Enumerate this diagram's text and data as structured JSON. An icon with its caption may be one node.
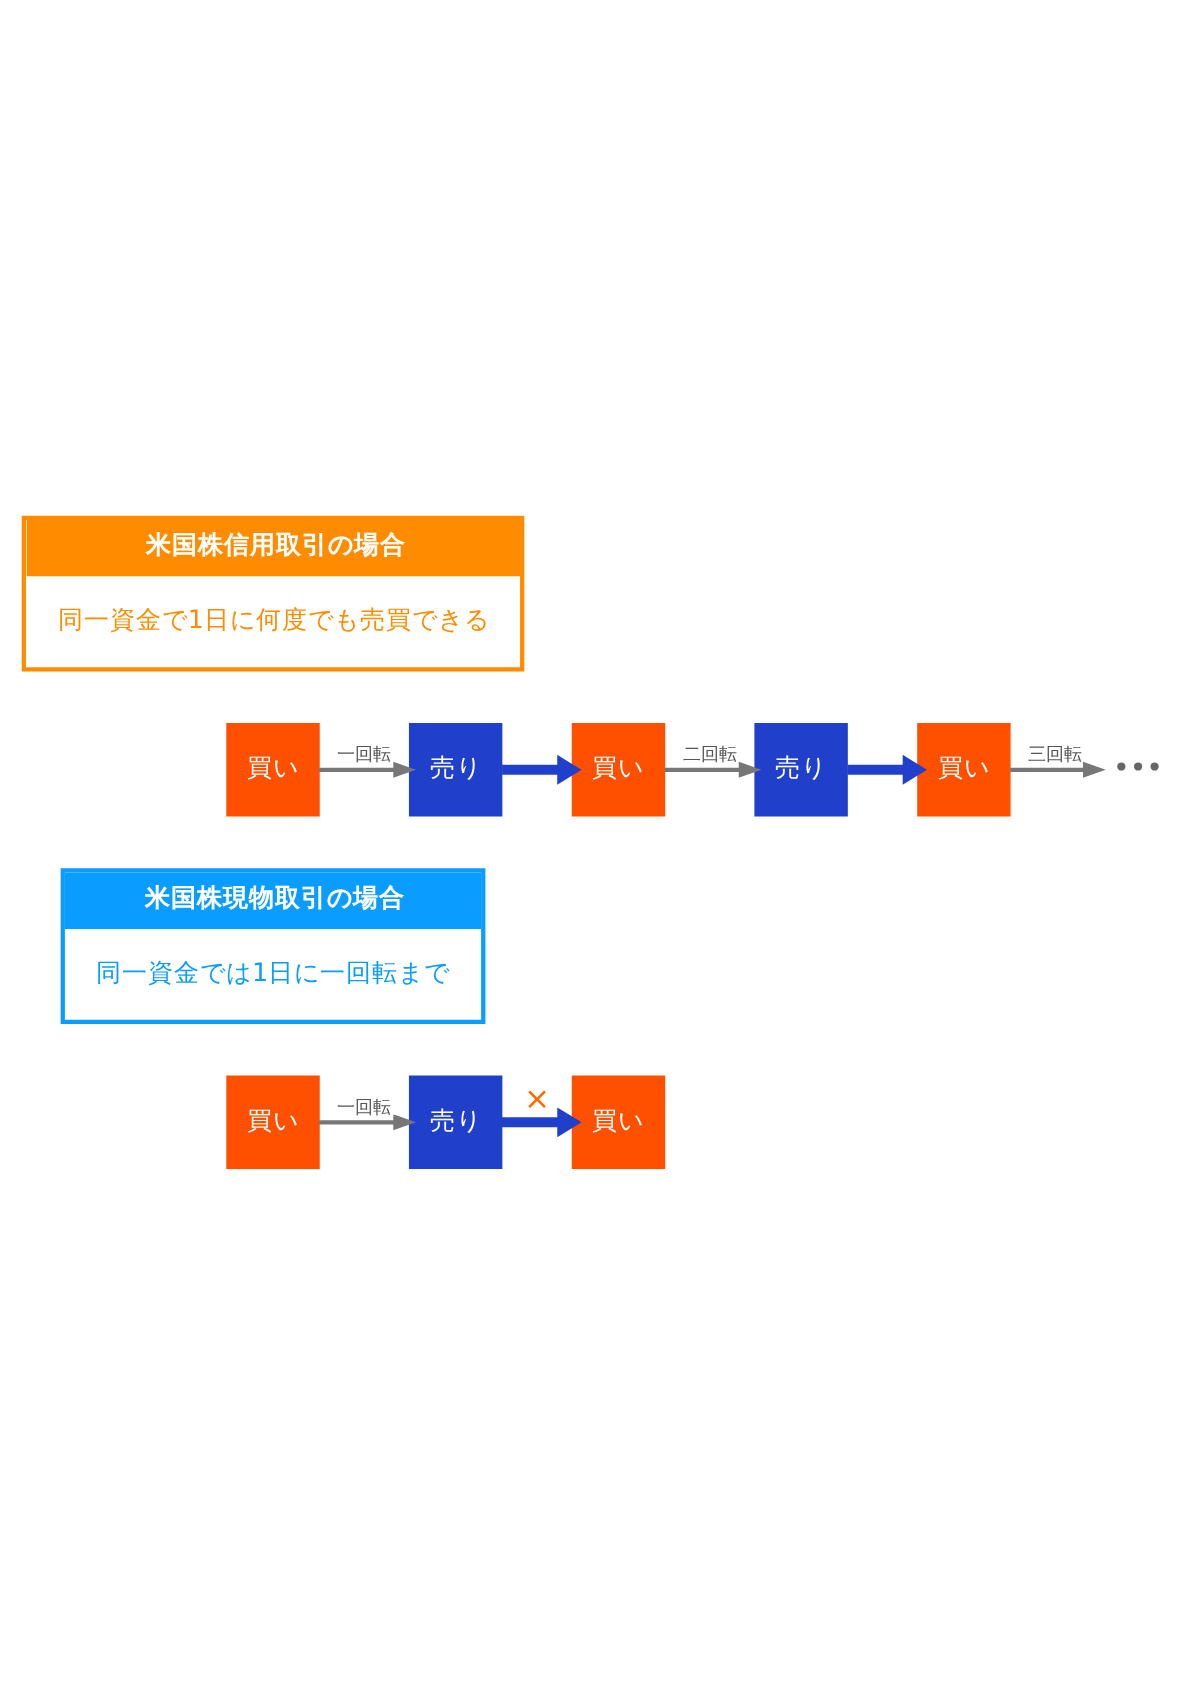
{
  "diagram": {
    "nodes": [
      {
        "text": [
          "米国株信用取引の場合",
          "同一資金で1日に何度でも売買できる"
        ]
      },
      {
        "text": [
          "買い"
        ]
      },
      {
        "text": [
          "売り"
        ]
      },
      {
        "text": [
          "買い"
        ]
      },
      {
        "text": [
          "売り"
        ]
      },
      {
        "text": [
          "買い"
        ]
      },
      {
        "text": [
          "•••"
        ]
      },
      {
        "text": [
          "米国株現物取引の場合",
          "同一資金では1日に一回転まで"
        ]
      },
      {
        "text": [
          "買い"
        ]
      },
      {
        "text": [
          "売り"
        ]
      },
      {
        "text": [
          "買い"
        ]
      }
    ],
    "edges": [
      {
        "from": 1,
        "to": 2,
        "arrow": "to",
        "label": "一回転"
      },
      {
        "from": 2,
        "to": 3,
        "arrow": "to",
        "style": "thick",
        "color": "#2040cc"
      },
      {
        "from": 3,
        "to": 4,
        "arrow": "to",
        "label": "二回転"
      },
      {
        "from": 4,
        "to": 5,
        "arrow": "to",
        "style": "thick",
        "color": "#2040cc"
      },
      {
        "from": 5,
        "to": 6,
        "arrow": "to",
        "label": "三回転"
      },
      {
        "from": 8,
        "to": 9,
        "arrow": "to",
        "label": "一回転"
      },
      {
        "from": 9,
        "to": 10,
        "arrow": "to",
        "label": "×",
        "style": "thick",
        "color": "#2040cc"
      }
    ]
  }
}
